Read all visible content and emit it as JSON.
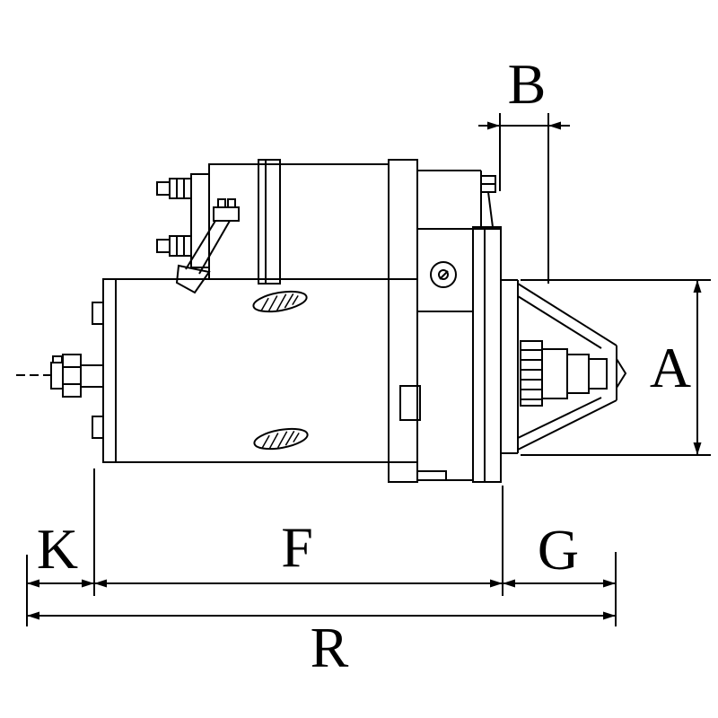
{
  "figure": {
    "background_color": "#ffffff",
    "line_color": "#000000"
  },
  "dimension_labels": {
    "B": "B",
    "A": "A",
    "K": "K",
    "F": "F",
    "G": "G",
    "R": "R"
  }
}
